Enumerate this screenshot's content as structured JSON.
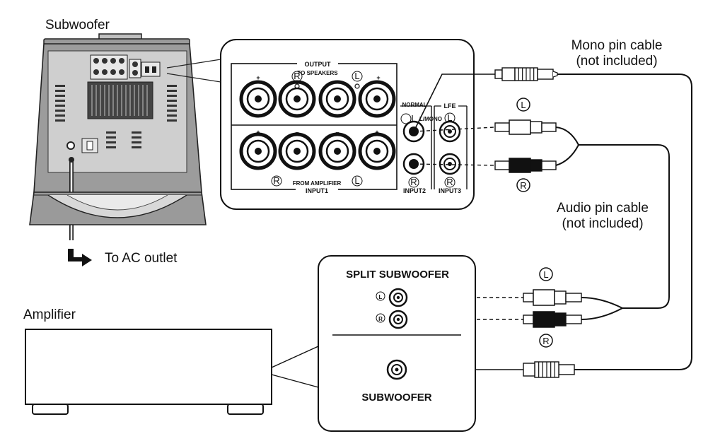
{
  "labels": {
    "subwoofer": "Subwoofer",
    "to_ac_outlet": "To AC outlet",
    "amplifier": "Amplifier",
    "mono_cable_line1": "Mono pin cable",
    "mono_cable_line2": "(not included)",
    "audio_cable_line1": "Audio pin cable",
    "audio_cable_line2": "(not included)"
  },
  "panel": {
    "output": "OUTPUT",
    "to_speakers": "TO SPEAKERS",
    "from_amplifier": "FROM AMPLIFIER",
    "input1": "INPUT1",
    "normal": "NORMAL",
    "lmono": "L/MONO",
    "input2": "INPUT2",
    "lfe": "LFE",
    "input3": "INPUT3",
    "plus": "+",
    "minus": "–",
    "L": "L",
    "R": "R"
  },
  "amp_panel": {
    "split_subwoofer": "SPLIT SUBWOOFER",
    "subwoofer": "SUBWOOFER",
    "L": "L",
    "R": "R"
  },
  "cable_marks": {
    "L": "L",
    "R": "R"
  }
}
